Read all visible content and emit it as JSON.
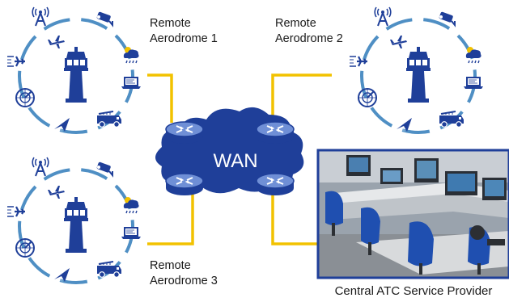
{
  "network": {
    "cloud_label": "WAN"
  },
  "aerodromes": [
    {
      "line1": "Remote",
      "line2": "Aerodrome 1"
    },
    {
      "line1": "Remote",
      "line2": "Aerodrome 2"
    },
    {
      "line1": "Remote",
      "line2": "Aerodrome 3"
    }
  ],
  "provider": {
    "caption": "Central ATC Service Provider"
  },
  "colors": {
    "navy": "#1f3f99",
    "ring": "#4f8fc4",
    "link": "#f2c200",
    "cloud": "#1f3f99"
  },
  "icons": [
    "antenna-tower-icon",
    "cctv-camera-icon",
    "airplane-icon",
    "control-tower-icon",
    "weather-icon",
    "laptop-icon",
    "fire-truck-icon",
    "radar-icon",
    "runway-plane-icon",
    "paper-plane-icon",
    "router-icon"
  ]
}
